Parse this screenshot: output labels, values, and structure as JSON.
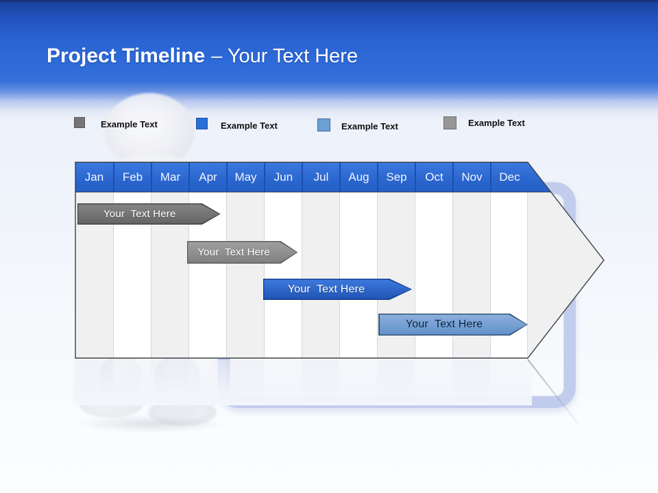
{
  "header": {
    "title_bold": "Project Timeline",
    "title_rest": "– Your Text Here"
  },
  "legend": {
    "items": [
      {
        "label": "Example Text",
        "color": "#757575",
        "border": "#565656"
      },
      {
        "label": "Example Text",
        "color": "#2a6fd6",
        "border": "#1d52a8"
      },
      {
        "label": "Example Text",
        "color": "#6c9fd3",
        "border": "#3e6a99"
      },
      {
        "label": "Example Text",
        "color": "#979797",
        "border": "#6d6d6d"
      }
    ]
  },
  "timeline": {
    "months": [
      "Jan",
      "Feb",
      "Mar",
      "Apr",
      "May",
      "Jun",
      "Jul",
      "Aug",
      "Sep",
      "Oct",
      "Nov",
      "Dec"
    ],
    "bars": [
      {
        "label": "Your  Text Here",
        "start_month": "Jan",
        "end_month": "Apr",
        "start": 0.05,
        "end": 3.85,
        "fill_top": "#848484",
        "fill_bottom": "#656565",
        "border": "#3f3f3f",
        "text_color": "#ffffff"
      },
      {
        "label": "Your  Text Here",
        "start_month": "Mar",
        "end_month": "Jun",
        "start": 2.96,
        "end": 5.9,
        "fill_top": "#a0a0a0",
        "fill_bottom": "#808080",
        "border": "#585858",
        "text_color": "#ffffff"
      },
      {
        "label": "Your  Text Here",
        "start_month": "Jun",
        "end_month": "Sep",
        "start": 4.98,
        "end": 8.93,
        "fill_top": "#3d79dd",
        "fill_bottom": "#1f55b5",
        "border": "#123c8c",
        "text_color": "#ffffff"
      },
      {
        "label": "Your  Text Here",
        "start_month": "Sep",
        "end_month": "Dec",
        "start": 8.04,
        "end": 12.0,
        "fill_top": "#8db0dd",
        "fill_bottom": "#6191c9",
        "border": "#2d4b6e",
        "text_color": "#10263f"
      }
    ]
  },
  "colors": {
    "header_band_blue": "#2e6bd9",
    "month_header_blue": "#2a66cf",
    "month_separator": "#1c4fae",
    "pentagon_fill": "#f0f0f1",
    "pentagon_outline": "#3b3f45",
    "column_gray": "#f0f0f1",
    "column_white": "#ffffff",
    "board_outline": "#c2cded"
  }
}
